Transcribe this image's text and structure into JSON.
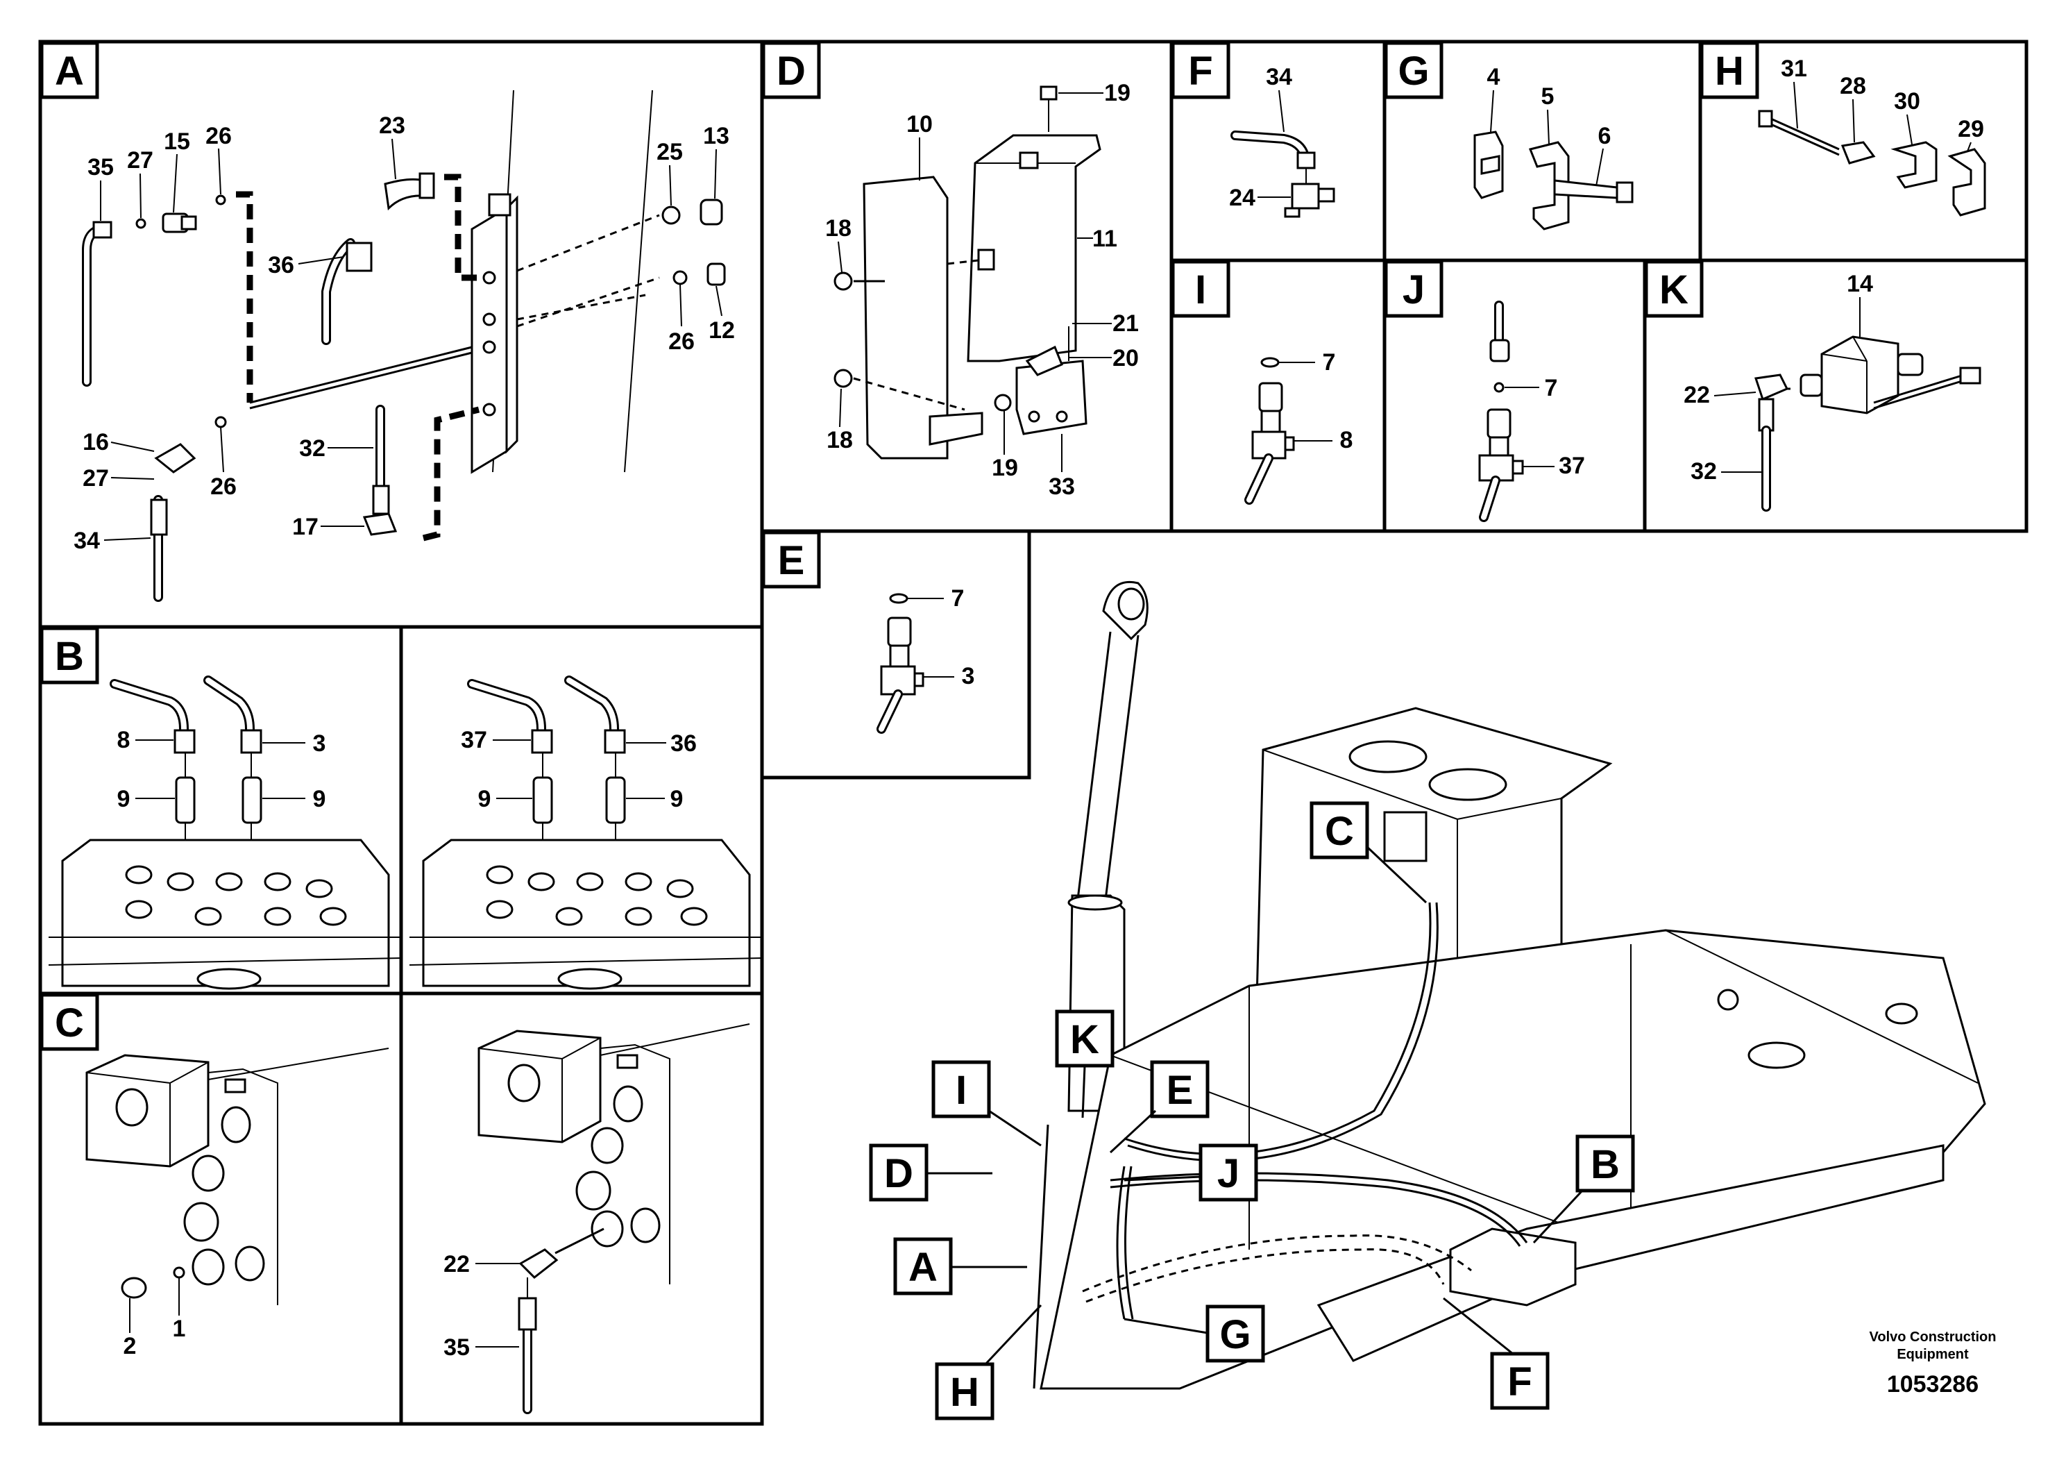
{
  "panels": {
    "A": {
      "tag": "A",
      "labels": [
        "35",
        "27",
        "15",
        "26",
        "23",
        "36",
        "25",
        "13",
        "26",
        "12",
        "16",
        "27",
        "26",
        "34",
        "32",
        "17"
      ]
    },
    "B": {
      "tag": "B",
      "labels_left": [
        "8",
        "3",
        "9",
        "9"
      ],
      "labels_right": [
        "37",
        "36",
        "9",
        "9"
      ]
    },
    "C": {
      "tag": "C",
      "labels_left": [
        "2",
        "1"
      ],
      "labels_right": [
        "22",
        "35"
      ]
    },
    "D": {
      "tag": "D",
      "labels": [
        "19",
        "10",
        "11",
        "18",
        "21",
        "20",
        "18",
        "19",
        "33"
      ]
    },
    "E": {
      "tag": "E",
      "labels": [
        "7",
        "3"
      ]
    },
    "F": {
      "tag": "F",
      "labels": [
        "34",
        "24"
      ]
    },
    "G": {
      "tag": "G",
      "labels": [
        "4",
        "5",
        "6"
      ]
    },
    "H": {
      "tag": "H",
      "labels": [
        "31",
        "28",
        "30",
        "29"
      ]
    },
    "I": {
      "tag": "I",
      "labels": [
        "7",
        "8"
      ]
    },
    "J": {
      "tag": "J",
      "labels": [
        "7",
        "37"
      ]
    },
    "K": {
      "tag": "K",
      "labels": [
        "14",
        "22",
        "32"
      ]
    }
  },
  "overview_callouts": [
    "C",
    "K",
    "I",
    "E",
    "D",
    "J",
    "B",
    "A",
    "G",
    "F",
    "H"
  ],
  "footer": {
    "brand_line1": "Volvo Construction",
    "brand_line2": "Equipment",
    "figure_number": "1053286"
  }
}
